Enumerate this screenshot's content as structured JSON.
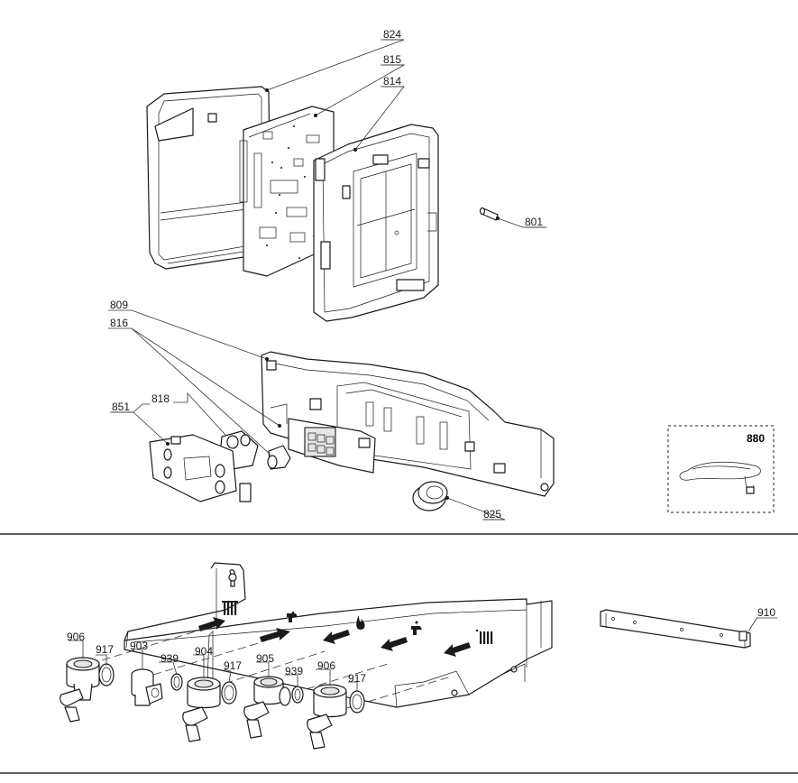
{
  "callouts": {
    "c824": "824",
    "c815": "815",
    "c814": "814",
    "c801": "801",
    "c809": "809",
    "c816": "816",
    "c851": "851",
    "c818": "818",
    "c825": "825",
    "c880": "880",
    "c910": "910",
    "c906a": "906",
    "c917a": "917",
    "c903": "903",
    "c939a": "939",
    "c904": "904",
    "c917b": "917",
    "c905": "905",
    "c939b": "939",
    "c906b": "906",
    "c917c": "917"
  },
  "icons": {
    "heating_flow": "radiator-icon",
    "dhw_out": "tap-icon",
    "gas": "flame-icon",
    "cold_in": "tap-icon",
    "heating_return": "radiator-icon"
  }
}
